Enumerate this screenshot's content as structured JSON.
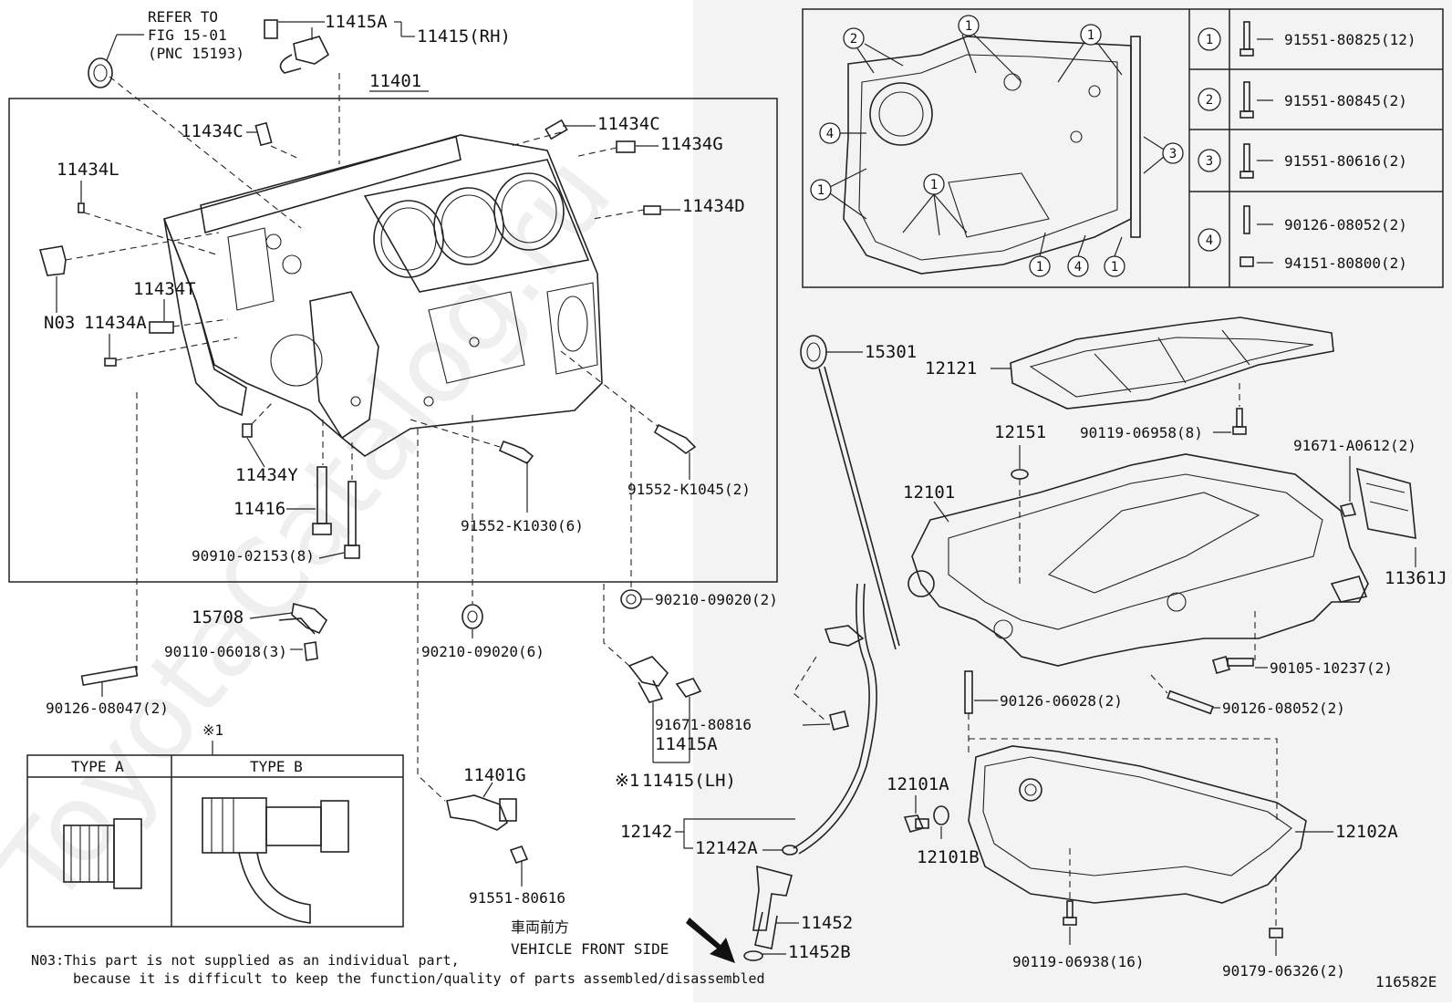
{
  "watermark": "ToyotaCatalog.ru",
  "refer": {
    "line1": "REFER TO",
    "line2": "FIG 15-01",
    "line3": "(PNC 15193)"
  },
  "parts": {
    "p11415A_top": "11415A",
    "p11415RH": "11415(RH)",
    "p11401": "11401",
    "p11434C_l": "11434C",
    "p11434C_r": "11434C",
    "p11434G": "11434G",
    "p11434L": "11434L",
    "p11434D": "11434D",
    "p11434T": "11434T",
    "pN03": "N03",
    "p11434A": "11434A",
    "p11434Y": "11434Y",
    "p11416": "11416",
    "p90910": "90910-02153(8)",
    "p91552_1030": "91552-K1030(6)",
    "p91552_1045": "91552-K1045(2)",
    "p15708": "15708",
    "p90110": "90110-06018(3)",
    "p90210_l": "90210-09020(6)",
    "p90210_r": "90210-09020(2)",
    "p90126_08047": "90126-08047(2)",
    "p91671_80816": "91671-80816",
    "p11415A_bot": "11415A",
    "p11415LH": "11415(LH)",
    "ref_mark": "※1",
    "p11401G": "11401G",
    "p91551_80616": "91551-80616",
    "p12142": "12142",
    "p12142A": "12142A",
    "p11452": "11452",
    "p11452B": "11452B",
    "p15301": "15301",
    "p12121": "12121",
    "p90119_06958": "90119-06958(8)",
    "p12151": "12151",
    "p12101": "12101",
    "p91671_A0612": "91671-A0612(2)",
    "p11361J": "11361J",
    "p90105": "90105-10237(2)",
    "p90126_06028": "90126-06028(2)",
    "p90126_08052b": "90126-08052(2)",
    "p12101A": "12101A",
    "p12101B": "12101B",
    "p12102A": "12102A",
    "p90119_06938": "90119-06938(16)",
    "p90179": "90179-06326(2)"
  },
  "bolt_table": [
    {
      "num": "1",
      "part": "91551-80825(12)"
    },
    {
      "num": "2",
      "part": "91551-80845(2)"
    },
    {
      "num": "3",
      "part": "91551-80616(2)"
    },
    {
      "num": "4",
      "part": "90126-08052(2)",
      "part2": "94151-80800(2)"
    }
  ],
  "inset_callouts": [
    "1",
    "2",
    "3",
    "4"
  ],
  "type_box": {
    "mark": "※1",
    "type_a": "TYPE A",
    "type_b": "TYPE B"
  },
  "vehicle_front": {
    "jp": "車両前方",
    "en": "VEHICLE FRONT SIDE"
  },
  "note": {
    "line1": "N03:This part is not supplied as an individual part,",
    "line2": "because it is difficult to keep the function/quality of parts assembled/disassembled"
  },
  "figure_id": "116582E"
}
